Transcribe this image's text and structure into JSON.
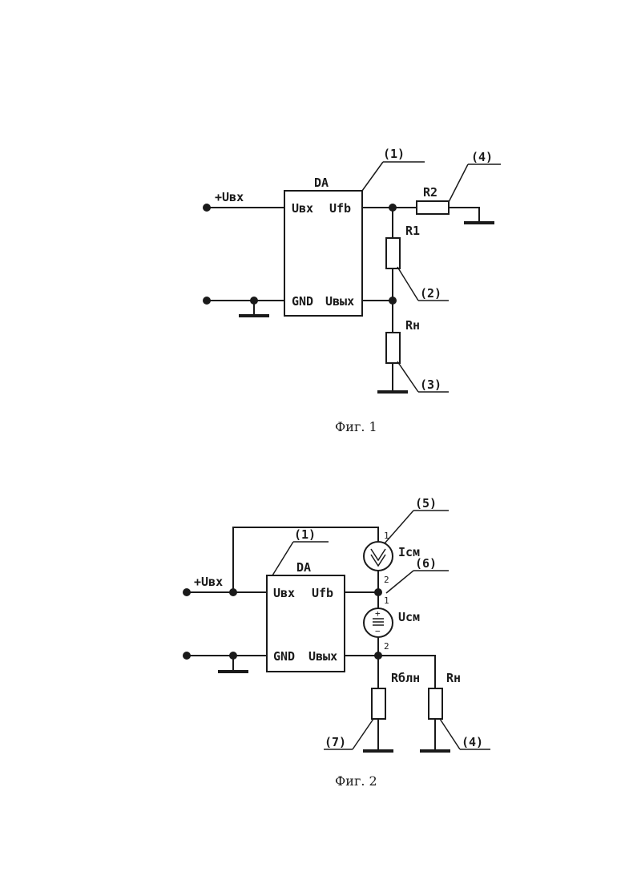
{
  "fig1": {
    "chip": "DA",
    "pin_in": "Uвх",
    "pin_fb": "Ufb",
    "pin_gnd": "GND",
    "pin_out": "Uвых",
    "input_label": "+Uвх",
    "r1": "R1",
    "r2": "R2",
    "rload": "Rн",
    "callouts": [
      "(1)",
      "(2)",
      "(3)",
      "(4)"
    ],
    "caption": "Фиг. 1"
  },
  "fig2": {
    "chip": "DA",
    "pin_in": "Uвх",
    "pin_fb": "Ufb",
    "pin_gnd": "GND",
    "pin_out": "Uвых",
    "input_label": "+Uвх",
    "current_source": "Iсм",
    "voltage_source": "Uсм",
    "rblock": "Rблн",
    "rload": "Rн",
    "pin_numbers": [
      "1",
      "2",
      "1",
      "2"
    ],
    "callouts": [
      "(1)",
      "(5)",
      "(6)",
      "(7)",
      "(4)"
    ],
    "caption": "Фиг. 2"
  }
}
